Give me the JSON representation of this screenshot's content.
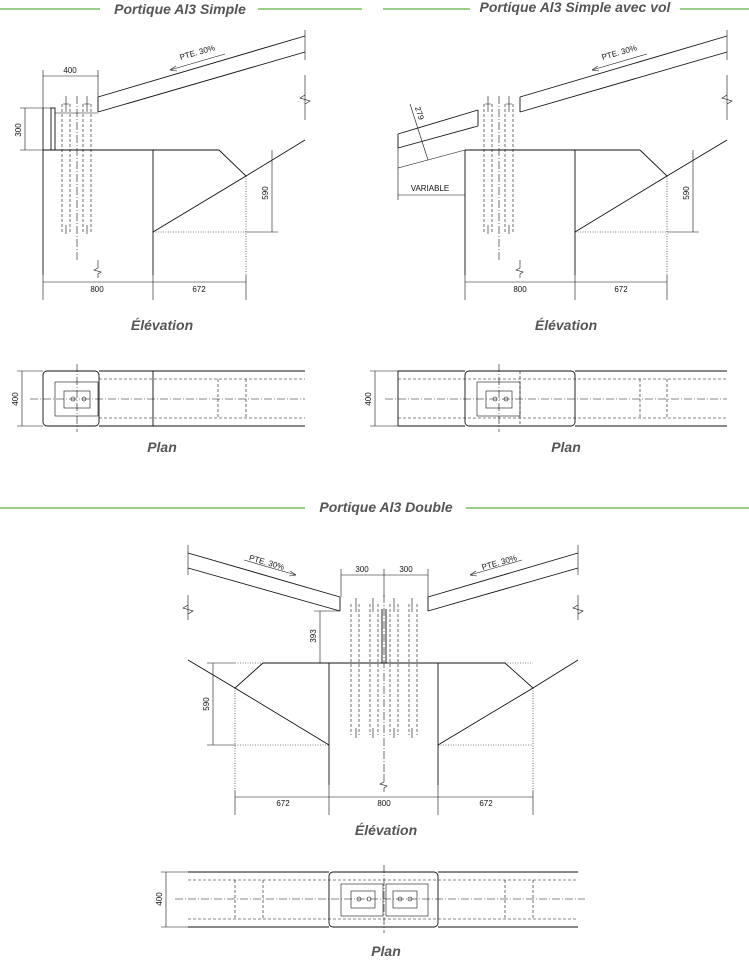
{
  "colors": {
    "accent": "#5bb346",
    "label": "#555555",
    "line": "#111111"
  },
  "sections": {
    "simple": {
      "title": "Portique Al3 Simple",
      "elevation_label": "Élévation",
      "plan_label": "Plan",
      "slope": "PTE. 30%",
      "dims": {
        "width_top": "400",
        "height_left": "300",
        "beam_height": "590",
        "post_width": "800",
        "beam_length": "672",
        "plan_width": "400"
      }
    },
    "overhang": {
      "title": "Portique Al3 Simple avec vol",
      "elevation_label": "Élévation",
      "plan_label": "Plan",
      "slope": "PTE. 30%",
      "dims": {
        "overhang_depth": "279",
        "variable": "VARIABLE",
        "beam_height": "590",
        "post_width": "800",
        "beam_length": "672",
        "plan_width": "400"
      }
    },
    "double": {
      "title": "Portique Al3 Double",
      "elevation_label": "Élévation",
      "plan_label": "Plan",
      "slope_left": "PTE. 30%",
      "slope_right": "PTE. 30%",
      "dims": {
        "top_left": "300",
        "top_right": "300",
        "gap_height": "393",
        "beam_height": "590",
        "left_length": "672",
        "post_width": "800",
        "right_length": "672",
        "plan_width": "400"
      }
    }
  }
}
